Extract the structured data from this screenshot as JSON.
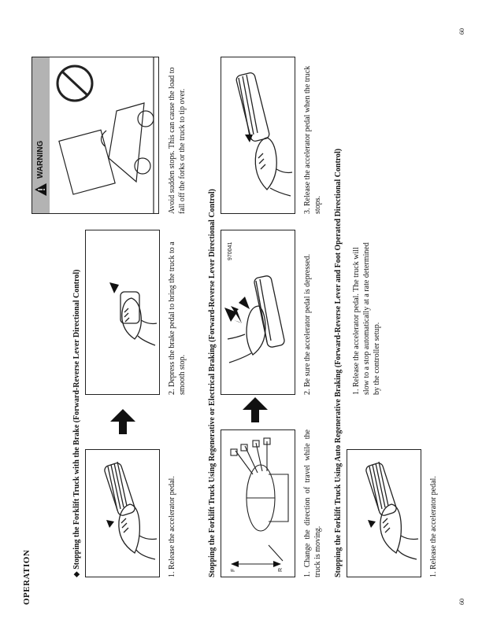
{
  "header": {
    "section": "OPERATION"
  },
  "page_number": "60",
  "section1": {
    "bullet": "◆",
    "title": "Stopping the Forklift Truck with the Brake (Forward-Reverse Lever Directional Control)",
    "step1": "1. Release the accelerator pedal.",
    "step2": "2. Depress the brake pedal to bring the truck to a smooth stop."
  },
  "warning": {
    "label": "WARNING",
    "text": "Avoid sudden stops. This can cause the load to fall off the forks or the truck to tip over."
  },
  "section2": {
    "title": "Stopping the Forklift Truck Using Regenerative or Electrical Braking (Forward-Reverse Lever Directional Control)",
    "step1": "1. Change the direction of travel while the truck is moving.",
    "step2": "2. Be sure the accelerator pedal is depressed.",
    "step3": "3. Release the accelerator pedal when the truck stops.",
    "figure_number": "970041",
    "lever_labels": {
      "forward": "F",
      "reverse": "R"
    }
  },
  "section3": {
    "title": "Stopping the Forklift Truck Using Auto Regenerative Braking (Forward-Reverse Lever and Foot Operated Directional Control)",
    "step1": "1. Release the accelerator pedal.",
    "step2": "1. Release the accelerator pedal. The truck will slow to a stop automatically at a rate determined by the controller setup."
  }
}
